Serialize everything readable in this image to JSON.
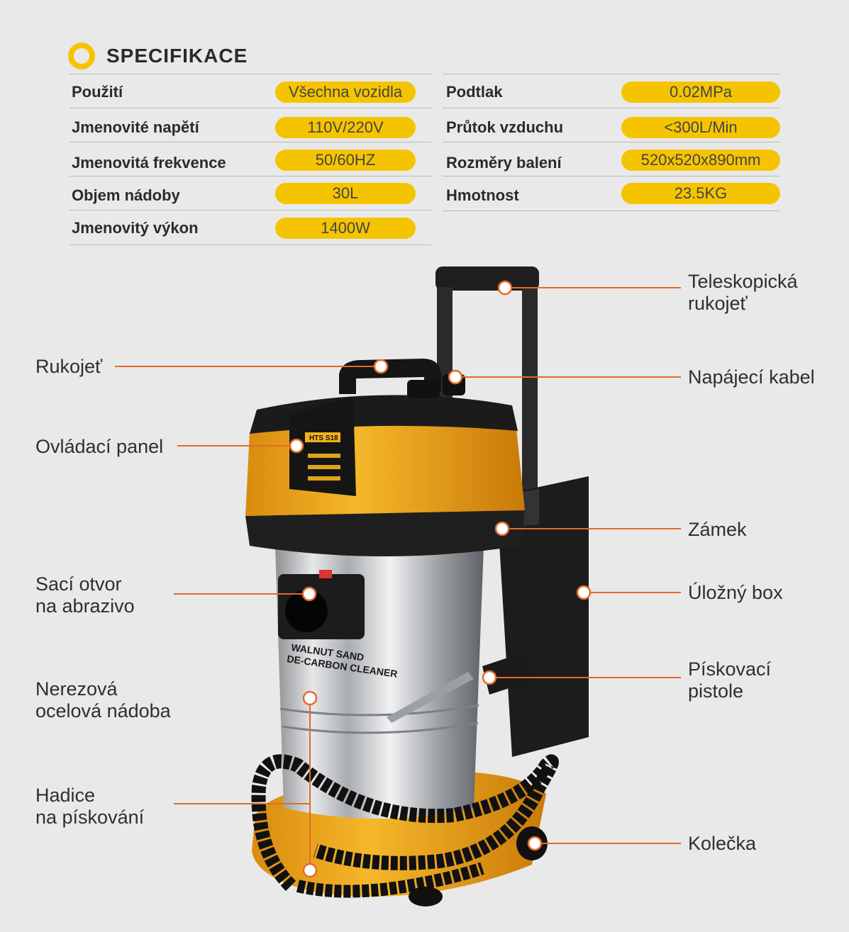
{
  "header": {
    "title": "SPECIFIKACE",
    "icon": "circle-ring-icon",
    "accent": "#f5c400"
  },
  "specs_left": [
    {
      "label": "Použití",
      "value": "Všechna vozidla"
    },
    {
      "label": "Jmenovité napětí",
      "value": "110V/220V"
    },
    {
      "label": "Jmenovitá frekvence",
      "value": "50/60HZ"
    },
    {
      "label": "Objem nádoby",
      "value": "30L"
    },
    {
      "label": "Jmenovitý výkon",
      "value": "1400W"
    }
  ],
  "specs_right": [
    {
      "label": "Podtlak",
      "value": "0.02MPa"
    },
    {
      "label": "Průtok vzduchu",
      "value": "<300L/Min"
    },
    {
      "label": "Rozměry balení",
      "value": "520x520x890mm"
    },
    {
      "label": "Hmotnost",
      "value": "23.5KG"
    }
  ],
  "callouts": {
    "teleskopicka_1": "Teleskopická",
    "teleskopicka_2": "rukojeť",
    "napajeci": "Napájecí kabel",
    "rukojet": "Rukojeť",
    "ovladaci": "Ovládací panel",
    "zamek": "Zámek",
    "ulozny": "Úložný box",
    "saci_1": "Sací otvor",
    "saci_2": "na abrazivo",
    "piskovaci_1": "Pískovací",
    "piskovaci_2": "pistole",
    "nerezova_1": "Nerezová",
    "nerezova_2": "ocelová nádoba",
    "hadice_1": "Hadice",
    "hadice_2": "na pískování",
    "kolecka": "Kolečka"
  },
  "product_labels": {
    "model": "HTS S18",
    "drum_line1": "WALNUT SAND",
    "drum_line2": "DE-CARBON CLEANER"
  },
  "colors": {
    "accent": "#f5c400",
    "callout_line": "#e36a2a",
    "body_yellow": "#f0a81c"
  }
}
